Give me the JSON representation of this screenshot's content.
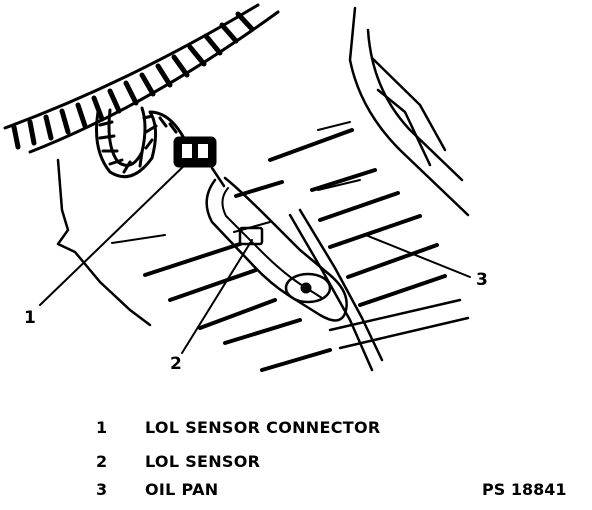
{
  "callouts": [
    {
      "number": "1"
    },
    {
      "number": "2"
    },
    {
      "number": "3"
    }
  ],
  "legend": [
    {
      "number": "1",
      "text": "LOL SENSOR CONNECTOR"
    },
    {
      "number": "2",
      "text": "LOL SENSOR"
    },
    {
      "number": "3",
      "text": "OIL PAN"
    }
  ],
  "figure_id": "PS 18841"
}
